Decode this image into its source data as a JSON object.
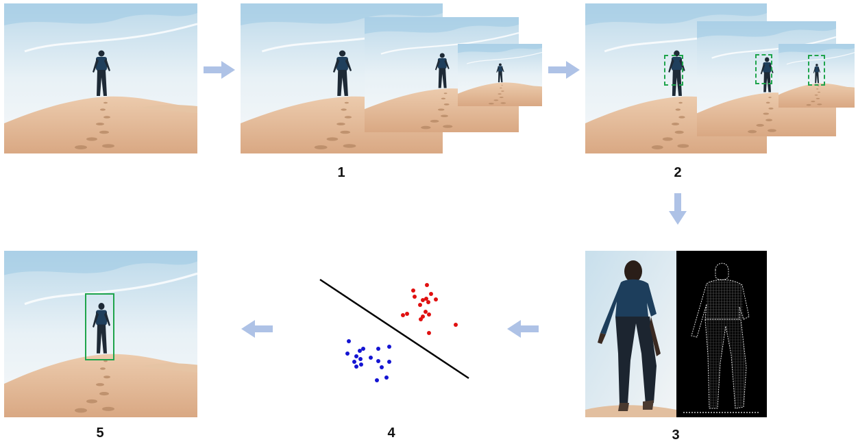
{
  "steps": [
    {
      "label": "1"
    },
    {
      "label": "2"
    },
    {
      "label": "3"
    },
    {
      "label": "4"
    },
    {
      "label": "5"
    }
  ],
  "colors": {
    "arrow": "#aec2e6",
    "detection_box": "#1ea44b",
    "class_positive": "#e01010",
    "class_negative": "#1414d2",
    "separator": "#000000"
  },
  "icons": {
    "flow_arrow": "arrow-icon",
    "photo": "desert-walker-photo"
  }
}
